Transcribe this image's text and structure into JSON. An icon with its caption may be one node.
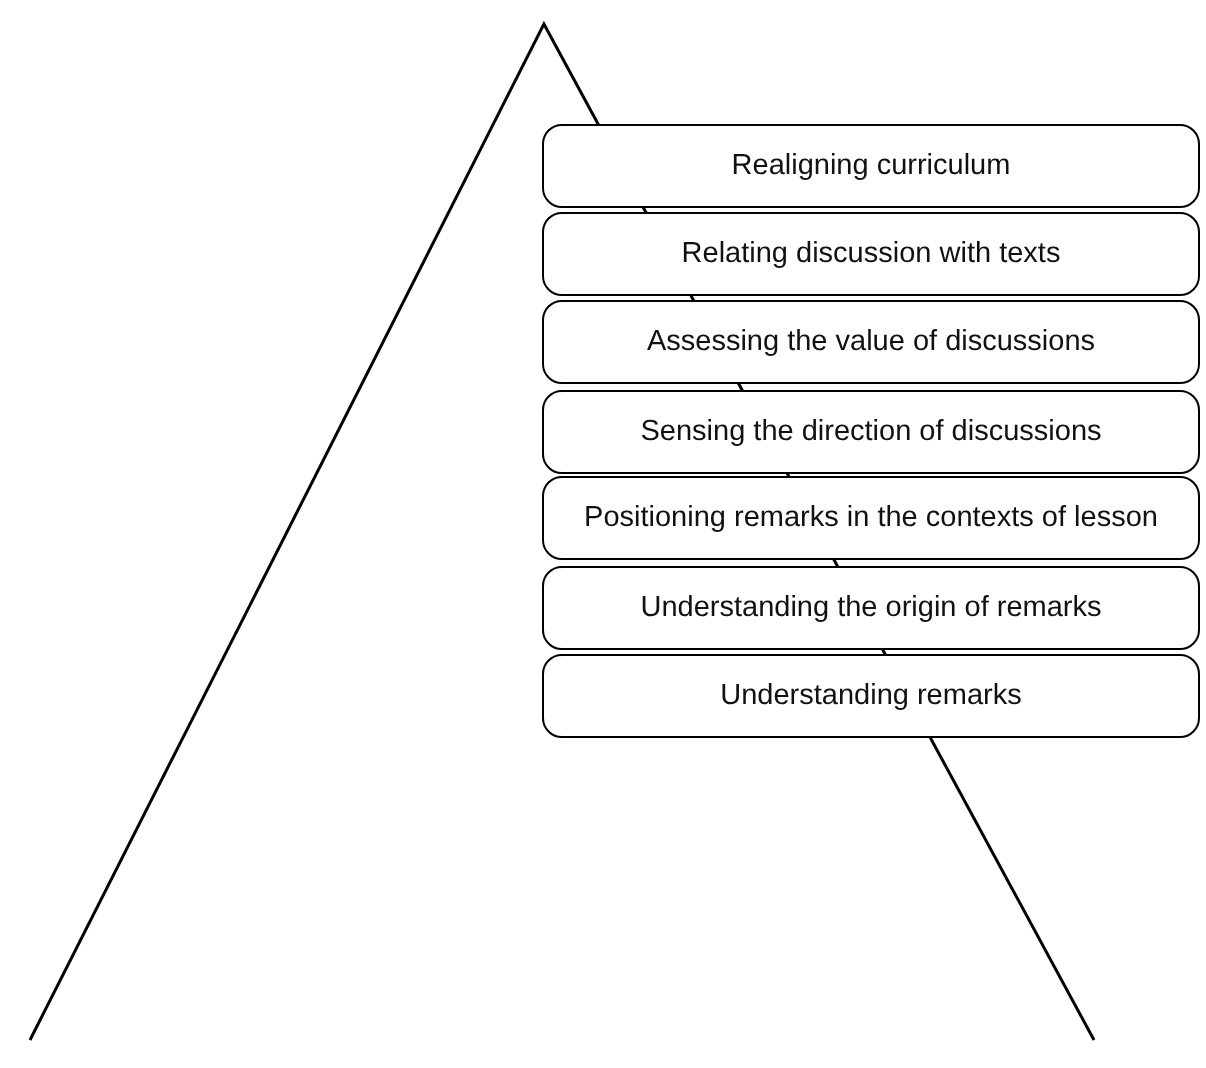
{
  "diagram": {
    "nodes": [
      {
        "text": [],
        "shape": "triangle"
      },
      {
        "text": [
          "Realigning curriculum"
        ]
      },
      {
        "text": [
          "Relating discussion with texts"
        ]
      },
      {
        "text": [
          "Assessing the value of discussions"
        ]
      },
      {
        "text": [
          "Sensing the direction of discussions"
        ]
      },
      {
        "text": [
          "Positioning remarks in the contexts of lesson"
        ]
      },
      {
        "text": [
          "Understanding the origin of remarks"
        ]
      },
      {
        "text": [
          "Understanding remarks"
        ]
      }
    ]
  }
}
